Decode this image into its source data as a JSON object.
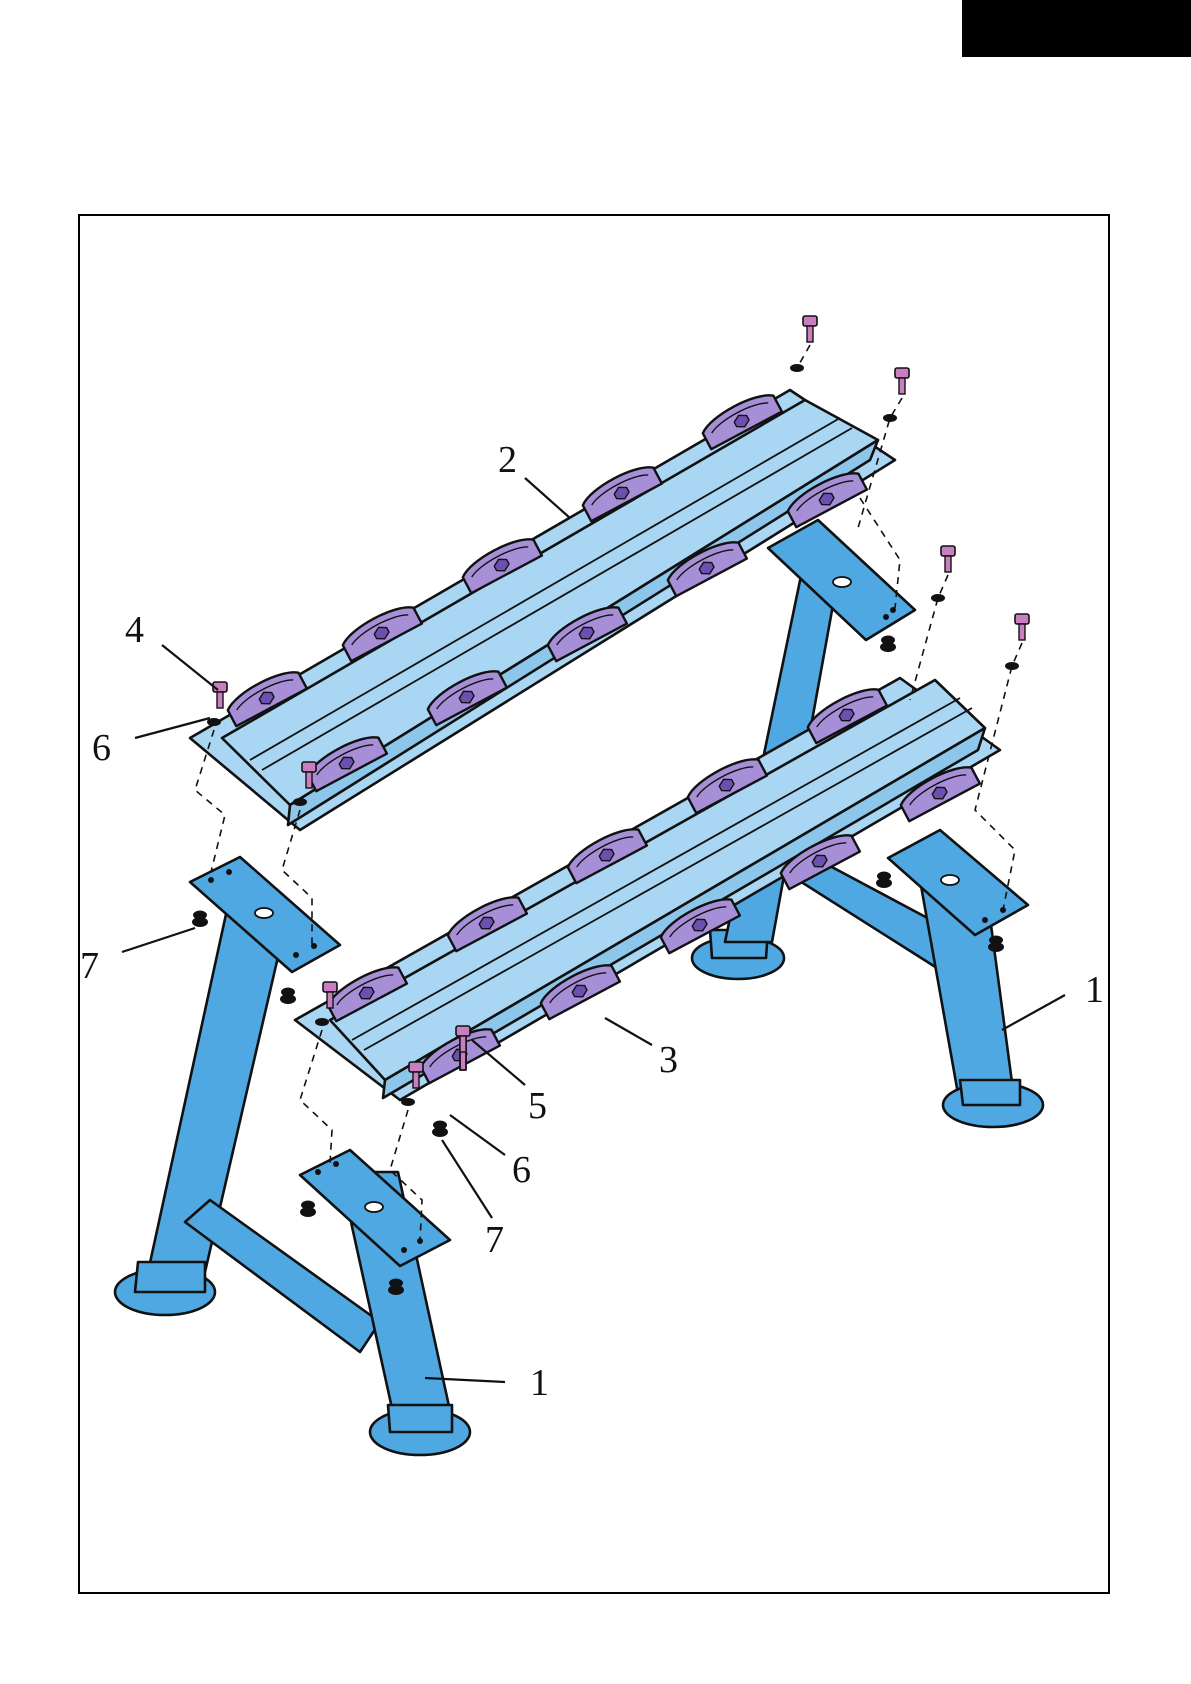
{
  "callouts": {
    "c1": "1",
    "c2": "2",
    "c3": "3",
    "c4": "4",
    "c5": "5",
    "c6": "6",
    "c7": "7"
  },
  "colors": {
    "frame": "#4fa8e2",
    "rail": "#a9d6f2",
    "cradle": "#a78fd8",
    "hardware": "#111111",
    "bolt": "#c77fc0"
  }
}
